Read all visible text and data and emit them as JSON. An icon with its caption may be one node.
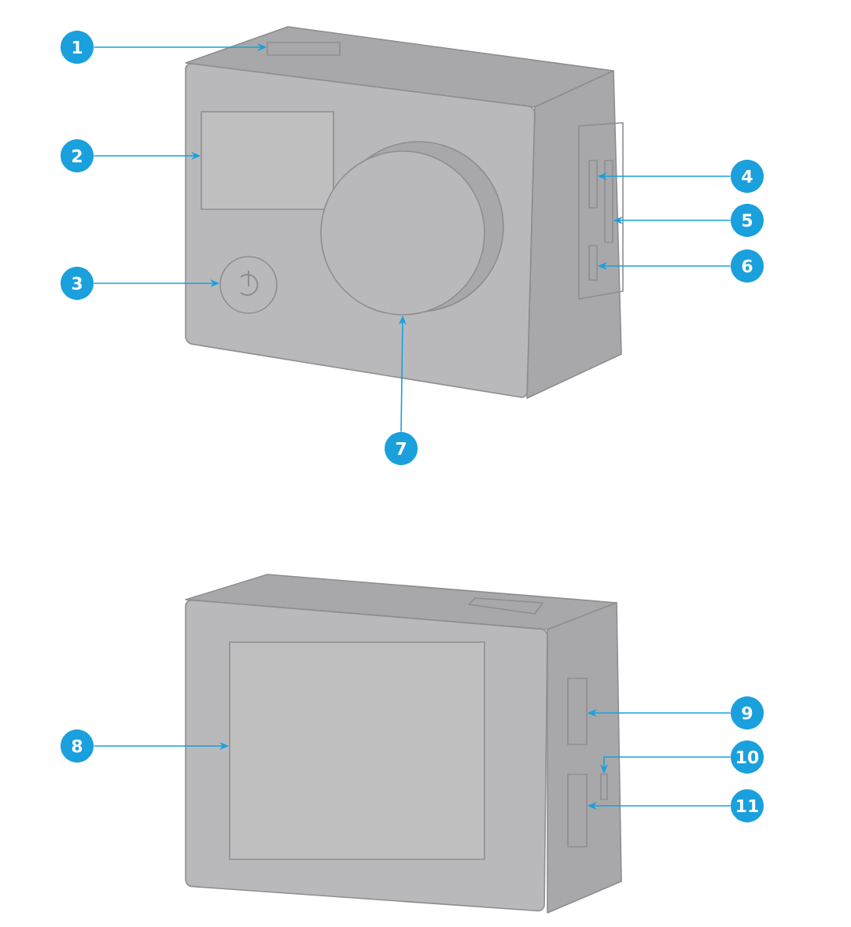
{
  "diagram": {
    "nodes": [
      {
        "text": [
          "1"
        ]
      },
      {
        "text": [
          "2"
        ]
      },
      {
        "text": [
          "3"
        ]
      },
      {
        "text": [
          "4"
        ]
      },
      {
        "text": [
          "5"
        ]
      },
      {
        "text": [
          "6"
        ]
      },
      {
        "text": [
          "7"
        ]
      },
      {
        "text": [
          "8"
        ]
      },
      {
        "text": [
          "9"
        ]
      },
      {
        "text": [
          "10"
        ]
      },
      {
        "text": [
          "11"
        ]
      },
      {
        "text": [],
        "shape": "box"
      },
      {
        "text": [],
        "shape": "box"
      },
      {
        "text": [],
        "shape": "circle"
      },
      {
        "text": [],
        "shape": "box"
      },
      {
        "text": [],
        "shape": "box"
      },
      {
        "text": [],
        "shape": "box"
      },
      {
        "text": [],
        "shape": "circle"
      },
      {
        "text": [],
        "shape": "box"
      },
      {
        "text": [],
        "shape": "box"
      },
      {
        "text": [],
        "shape": "bar"
      },
      {
        "text": [],
        "shape": "box"
      }
    ],
    "edges": [
      {
        "from": 0,
        "to": 11,
        "arrow": "to"
      },
      {
        "from": 1,
        "to": 12,
        "arrow": "to"
      },
      {
        "from": 2,
        "to": 13,
        "arrow": "to"
      },
      {
        "from": 3,
        "to": 14,
        "arrow": "to"
      },
      {
        "from": 4,
        "to": 15,
        "arrow": "to"
      },
      {
        "from": 5,
        "to": 16,
        "arrow": "to"
      },
      {
        "from": 6,
        "to": 17,
        "arrow": "to"
      },
      {
        "from": 7,
        "to": 18,
        "arrow": "to"
      },
      {
        "from": 8,
        "to": 19,
        "arrow": "to"
      },
      {
        "from": 9,
        "to": 20,
        "arrow": "to"
      },
      {
        "from": 10,
        "to": 21,
        "arrow": "to"
      }
    ]
  }
}
